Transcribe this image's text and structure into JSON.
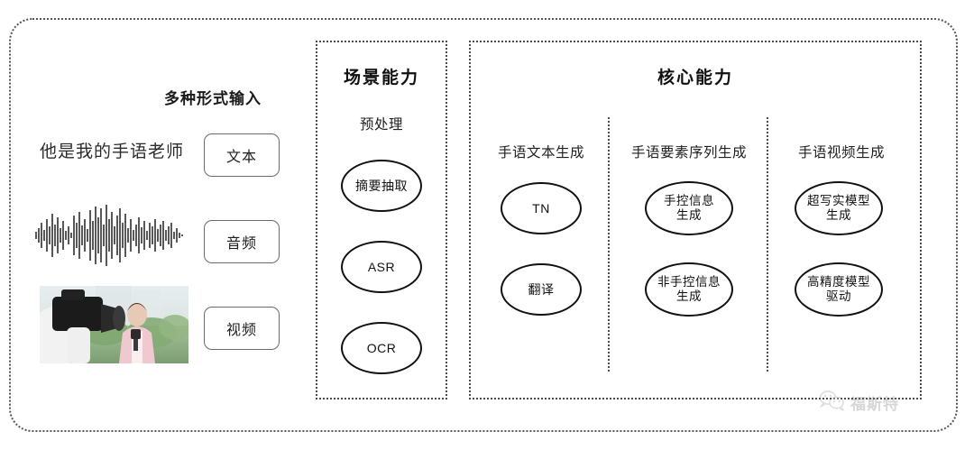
{
  "diagram": {
    "input_section": {
      "caption": "多种形式输入",
      "sample_text": "他是我的手语老师",
      "waveform_icon": "audio-waveform-icon",
      "video_thumbnail_icon": "video-thumbnail-image",
      "modalities": [
        {
          "label": "文本"
        },
        {
          "label": "音频"
        },
        {
          "label": "视频"
        }
      ]
    },
    "scene_panel": {
      "title": "场景能力",
      "subhead": "预处理",
      "nodes": [
        {
          "label": "摘要抽取"
        },
        {
          "label": "ASR"
        },
        {
          "label": "OCR"
        }
      ]
    },
    "core_panel": {
      "title": "核心能力",
      "columns": [
        {
          "header": "手语文本生成",
          "nodes": [
            {
              "line1": "TN",
              "line2": ""
            },
            {
              "line1": "翻译",
              "line2": ""
            }
          ]
        },
        {
          "header": "手语要素序列生成",
          "nodes": [
            {
              "line1": "手控信息",
              "line2": "生成"
            },
            {
              "line1": "非手控信息",
              "line2": "生成"
            }
          ]
        },
        {
          "header": "手语视频生成",
          "nodes": [
            {
              "line1": "超写实模型",
              "line2": "生成"
            },
            {
              "line1": "高精度模型",
              "line2": "驱动"
            }
          ]
        }
      ]
    },
    "watermark": {
      "icon": "wechat-icon",
      "text": "福斯特"
    },
    "colors": {
      "border": "#4a4a4a",
      "node_border": "#111111",
      "background": "#ffffff"
    }
  }
}
